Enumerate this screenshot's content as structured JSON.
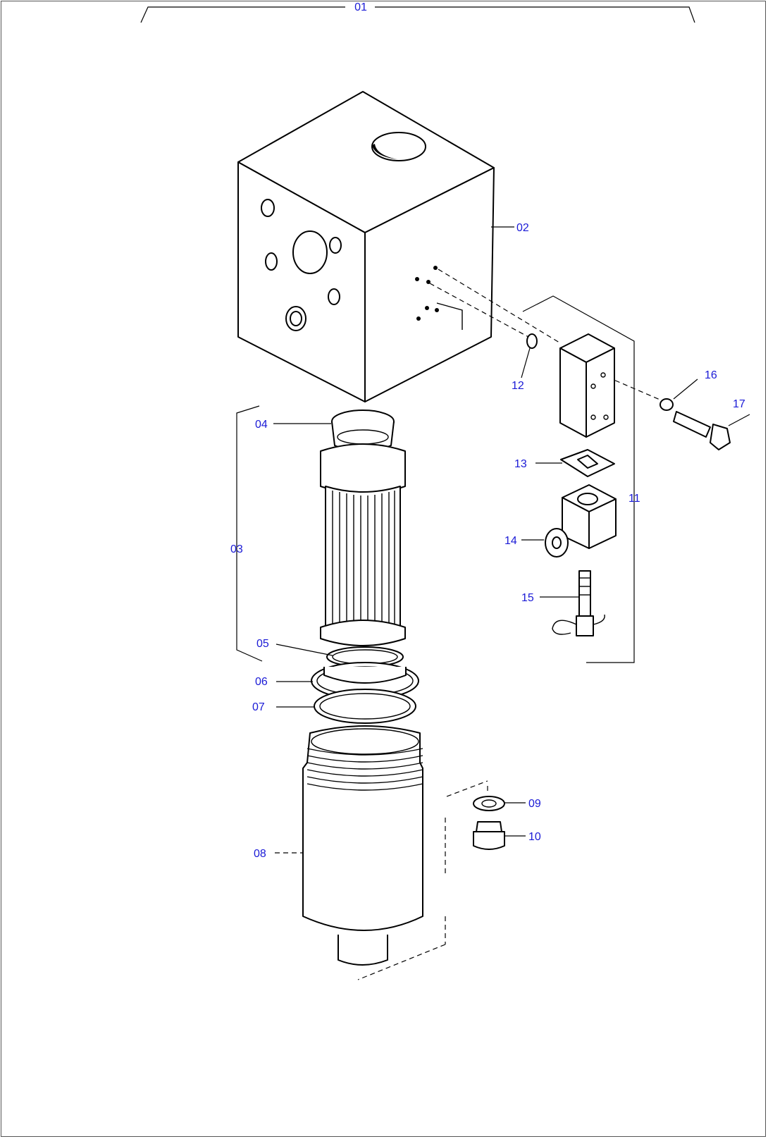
{
  "callouts": [
    {
      "id": "c01",
      "label": "01"
    },
    {
      "id": "c02",
      "label": "02"
    },
    {
      "id": "c03",
      "label": "03"
    },
    {
      "id": "c04",
      "label": "04"
    },
    {
      "id": "c05",
      "label": "05"
    },
    {
      "id": "c06",
      "label": "06"
    },
    {
      "id": "c07",
      "label": "07"
    },
    {
      "id": "c08",
      "label": "08"
    },
    {
      "id": "c09",
      "label": "09"
    },
    {
      "id": "c10",
      "label": "10"
    },
    {
      "id": "c11",
      "label": "11"
    },
    {
      "id": "c12",
      "label": "12"
    },
    {
      "id": "c13",
      "label": "13"
    },
    {
      "id": "c14",
      "label": "14"
    },
    {
      "id": "c15",
      "label": "15"
    },
    {
      "id": "c16",
      "label": "16"
    },
    {
      "id": "c17",
      "label": "17"
    }
  ],
  "colors": {
    "callout_text": "#1a1ad6",
    "line": "#000000",
    "background": "#ffffff"
  }
}
